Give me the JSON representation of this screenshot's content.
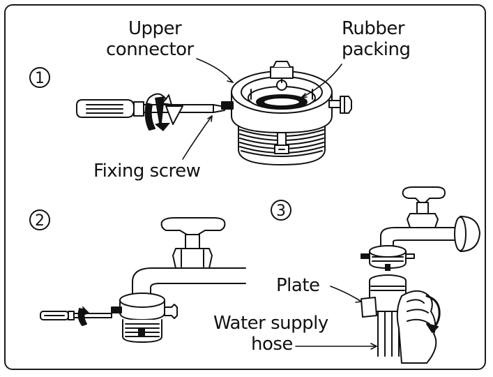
{
  "steps": [
    "1",
    "2",
    "3"
  ],
  "labels": {
    "upper_connector_line1": "Upper",
    "upper_connector_line2": "connector",
    "rubber_packing_line1": "Rubber",
    "rubber_packing_line2": "packing",
    "fixing_screw": "Fixing screw",
    "plate": "Plate",
    "water_supply_hose_line1": "Water supply",
    "water_supply_hose_line2": "hose"
  },
  "colors": {
    "ink": "#111111",
    "paper": "#ffffff",
    "frame": "#1a1a1a"
  }
}
